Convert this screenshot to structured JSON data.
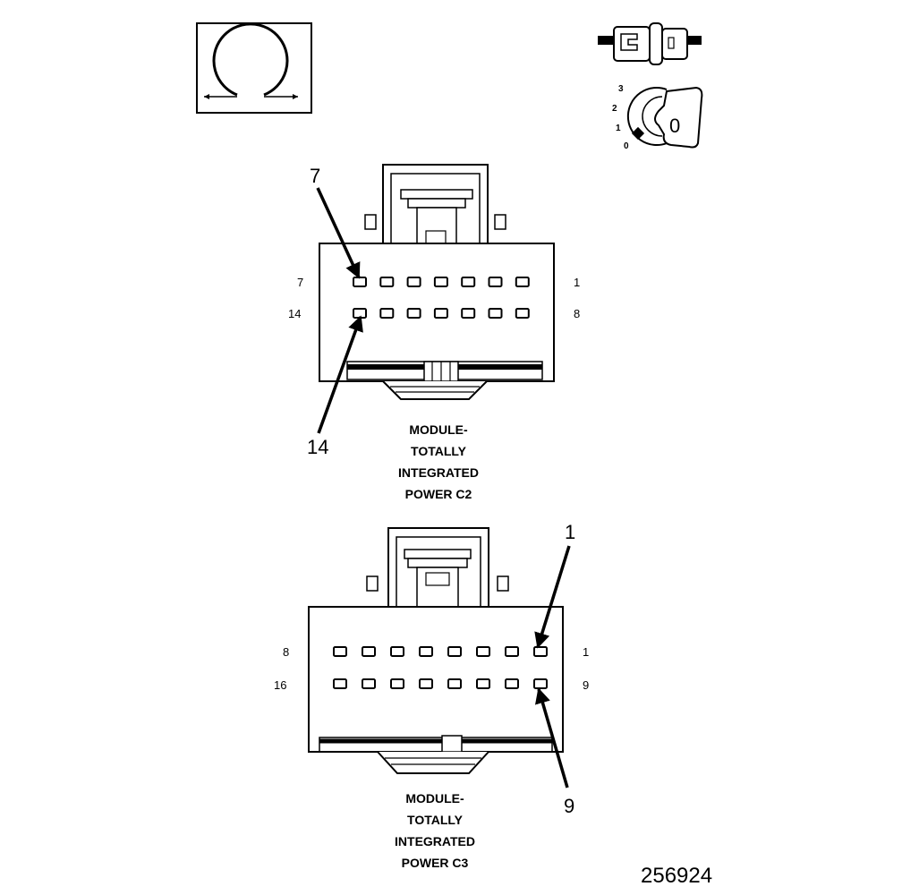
{
  "connector_c2": {
    "pin_labels": {
      "top_left": "7",
      "top_right": "1",
      "bottom_left": "14",
      "bottom_right": "8"
    },
    "callouts": {
      "upper": "7",
      "lower": "14"
    },
    "caption_lines": [
      "MODULE-",
      "TOTALLY",
      "INTEGRATED",
      "POWER C2"
    ],
    "pins_per_row": 7
  },
  "connector_c3": {
    "pin_labels": {
      "top_left": "8",
      "top_right": "1",
      "bottom_left": "16",
      "bottom_right": "9"
    },
    "callouts": {
      "upper": "1",
      "lower": "9"
    },
    "caption_lines": [
      "MODULE-",
      "TOTALLY",
      "INTEGRATED",
      "POWER C3"
    ],
    "pins_per_row": 8
  },
  "key_switch": {
    "positions": [
      "3",
      "2",
      "1",
      "0"
    ],
    "key_label": "0"
  },
  "figure_id": "256924",
  "icons": [
    "ohm-meter-icon",
    "connector-plug-icon",
    "ignition-key-icon"
  ]
}
